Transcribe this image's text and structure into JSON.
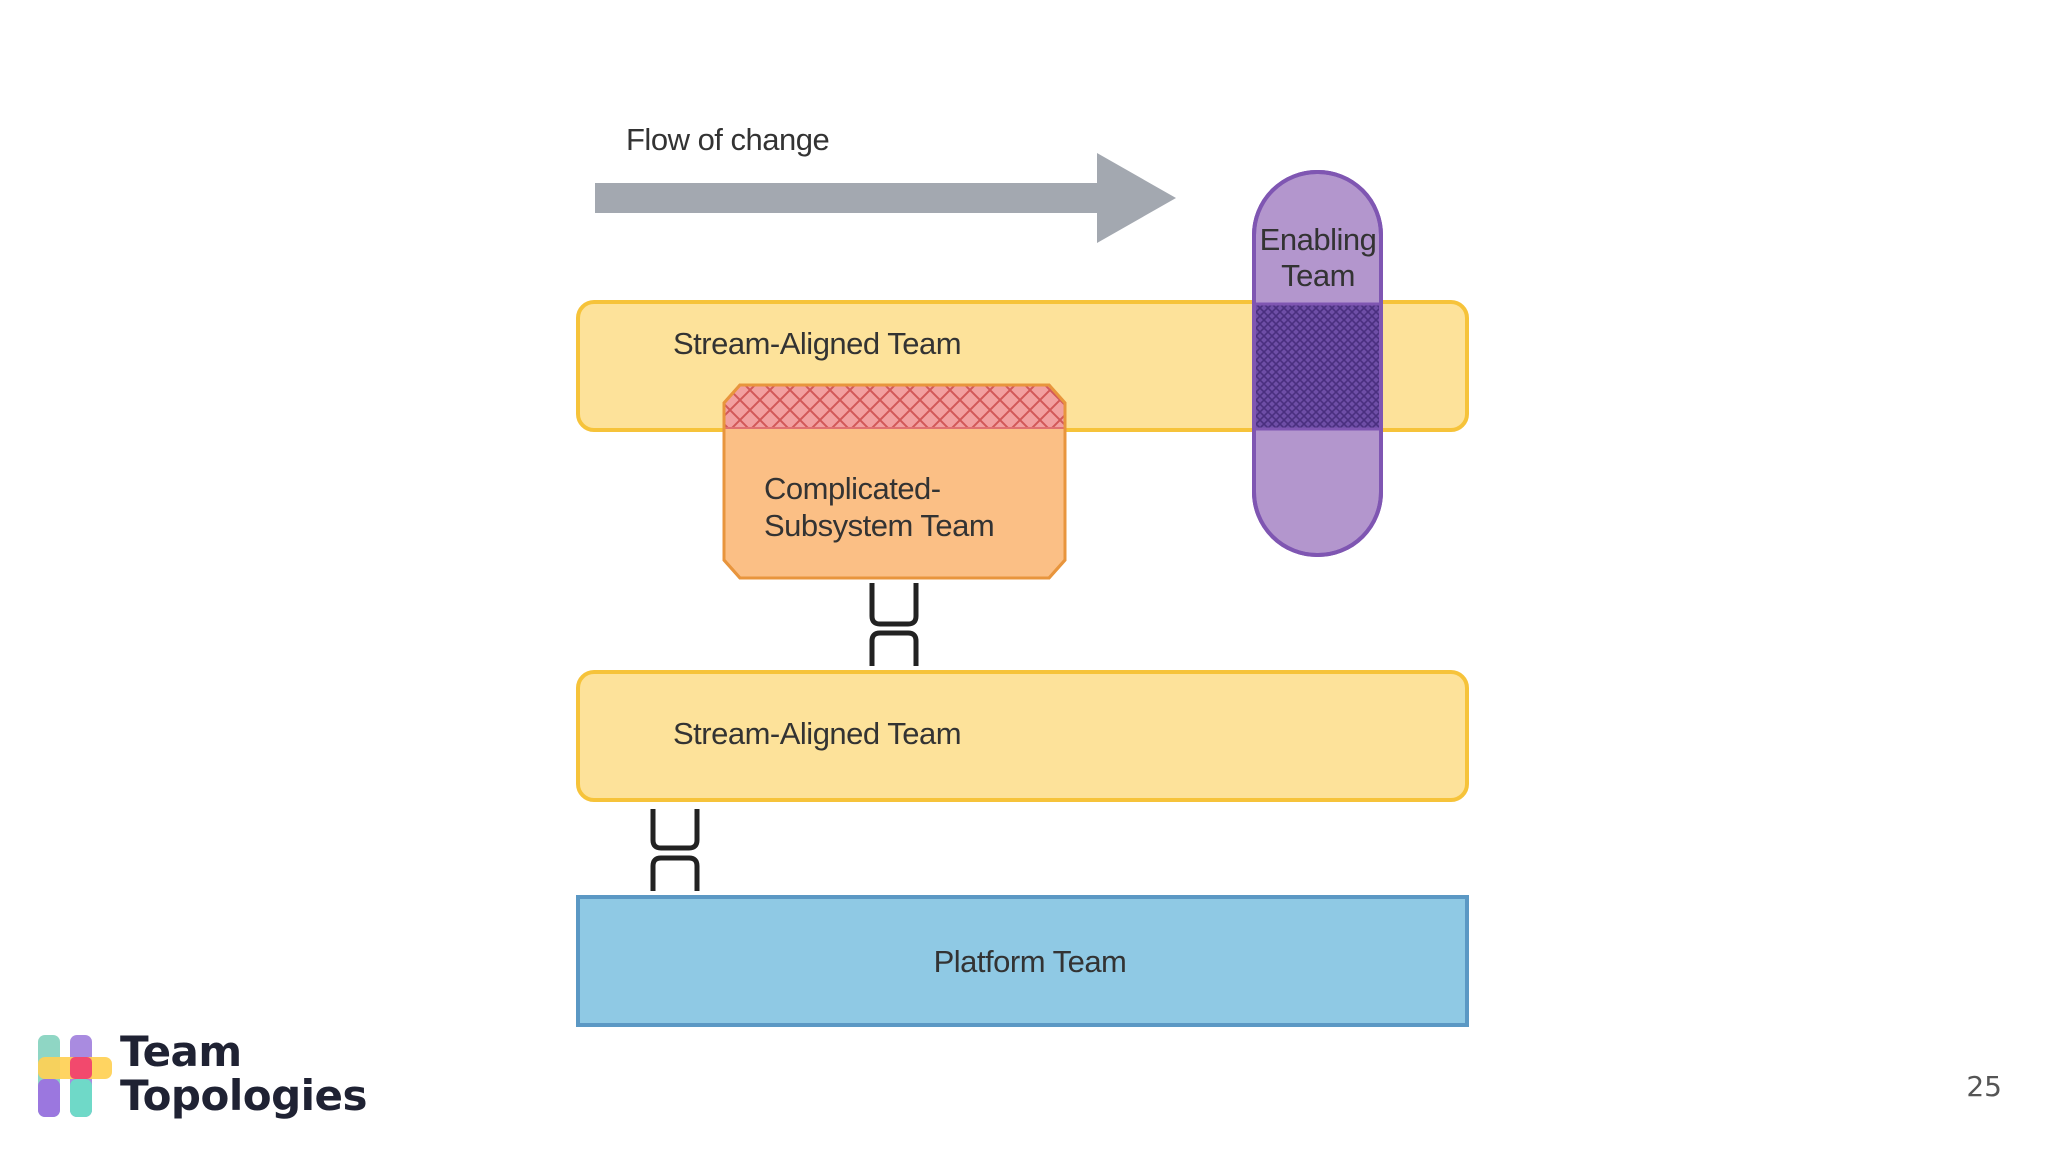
{
  "diagram": {
    "flow_label": "Flow of change",
    "stream_team_top_label": "Stream-Aligned Team",
    "stream_team_bottom_label": "Stream-Aligned Team",
    "complicated_subsystem_label_line1": "Complicated-",
    "complicated_subsystem_label_line2": "Subsystem Team",
    "enabling_label_line1": "Enabling",
    "enabling_label_line2": "Team",
    "platform_label": "Platform Team",
    "colors": {
      "arrow": "#a3a8b0",
      "stream_fill": "#fde29a",
      "stream_stroke": "#f6c33a",
      "complicated_fill": "#fbbf85",
      "complicated_stroke": "#e8953d",
      "hatch_red": "#e07070",
      "enabling_fill": "#b396cd",
      "enabling_stroke": "#7f56b2",
      "platform_fill": "#8fc9e4",
      "platform_stroke": "#5b98c4"
    }
  },
  "brand": {
    "line1": "Team",
    "line2": "Topologies"
  },
  "page_number": "25"
}
